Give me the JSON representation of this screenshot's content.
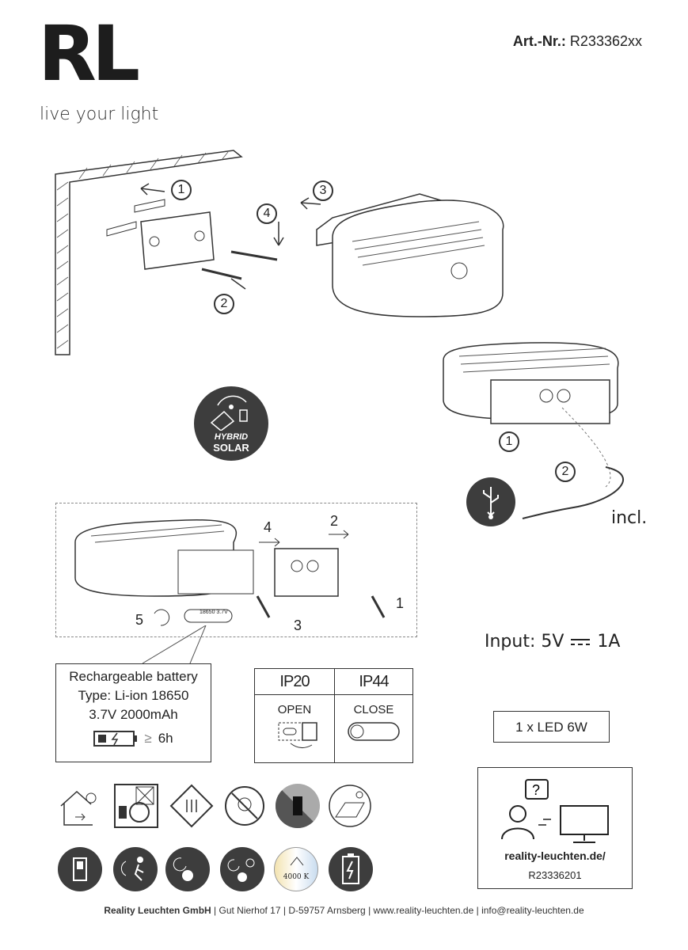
{
  "header": {
    "logo": "RL",
    "tagline": "live your light",
    "art_label": "Art.-Nr.:",
    "art_number": "R233362xx"
  },
  "install_steps": [
    "1",
    "2",
    "3",
    "4"
  ],
  "hybrid_badge": {
    "line1": "HYBRID",
    "line2": "SOLAR"
  },
  "usb_steps": [
    "1",
    "2"
  ],
  "usb_incl": "incl.",
  "battery_steps": [
    "1",
    "2",
    "3",
    "4",
    "5"
  ],
  "battery_label": "18650 3.7V",
  "battery": {
    "title": "Rechargeable battery",
    "type": "Type: Li-ion 18650",
    "spec": "3.7V 2000mAh",
    "duration": "6h"
  },
  "ip": {
    "col1_head": "IP20",
    "col1_sub": "OPEN",
    "col2_head": "IP44",
    "col2_sub": "CLOSE"
  },
  "input": "Input: 5V",
  "input_current": "1A",
  "led": "1 x LED 6W",
  "color_temp": "4000 K",
  "website": {
    "url": "reality-leuchten.de/",
    "code": "R23336201"
  },
  "footer": {
    "company": "Reality Leuchten GmbH",
    "address": "Gut Nierhof 17",
    "city": "D-59757 Arnsberg",
    "web": "www.reality-leuchten.de",
    "email": "info@reality-leuchten.de"
  }
}
